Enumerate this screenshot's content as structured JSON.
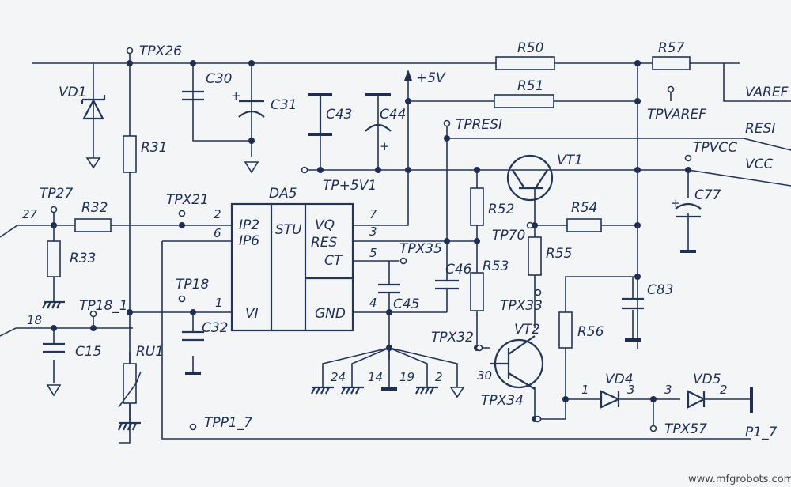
{
  "ic": {
    "name": "DA5",
    "left_pins": [
      "IP2",
      "IP6",
      "VI"
    ],
    "middle": "STU",
    "right_top": [
      "VQ",
      "RES",
      "CT"
    ],
    "right_bottom": "GND"
  },
  "pins": {
    "p2": "2",
    "p6": "6",
    "p1": "1",
    "p7": "7",
    "p3": "3",
    "p5": "5",
    "p4": "4",
    "n24": "24",
    "n14": "14",
    "n19": "19",
    "n2": "2",
    "vt2_b": "30",
    "vd4_a": "1",
    "vd4_k": "3",
    "vd5_a": "3",
    "vd5_k": "2",
    "in27": "27",
    "in18": "18"
  },
  "resistors": [
    "R50",
    "R51",
    "R57",
    "R31",
    "R32",
    "R33",
    "R52",
    "R53",
    "R54",
    "R55",
    "R56"
  ],
  "capacitors": [
    "C30",
    "C31",
    "C43",
    "C44",
    "C45",
    "C46",
    "C32",
    "C15",
    "C77",
    "C83"
  ],
  "semis": {
    "vd1": "VD1",
    "vt1": "VT1",
    "vt2": "VT2",
    "vd4": "VD4",
    "vd5": "VD5",
    "ru1": "RU1"
  },
  "testpoints": {
    "tpx26": "TPX26",
    "tpx21": "TPX21",
    "tp27": "TP27",
    "tp18": "TP18",
    "tp18_1": "TP18_1",
    "tpresi": "TPRESI",
    "tp5v1": "TP+5V1",
    "tpx35": "TPX35",
    "tp70": "TP70",
    "tpx33": "TPX33",
    "tpx32": "TPX32",
    "tpx34": "TPX34",
    "tpx57": "TPX57",
    "tpp1_7": "TPP1_7",
    "tpvaref": "TPVAREF",
    "tpvcc": "TPVCC"
  },
  "nets": {
    "varef": "VAREF",
    "resi": "RESI",
    "vcc": "VCC",
    "p1_7": "P1_7",
    "plus5v": "+5V"
  },
  "watermark": "www.mfgrobots.com"
}
